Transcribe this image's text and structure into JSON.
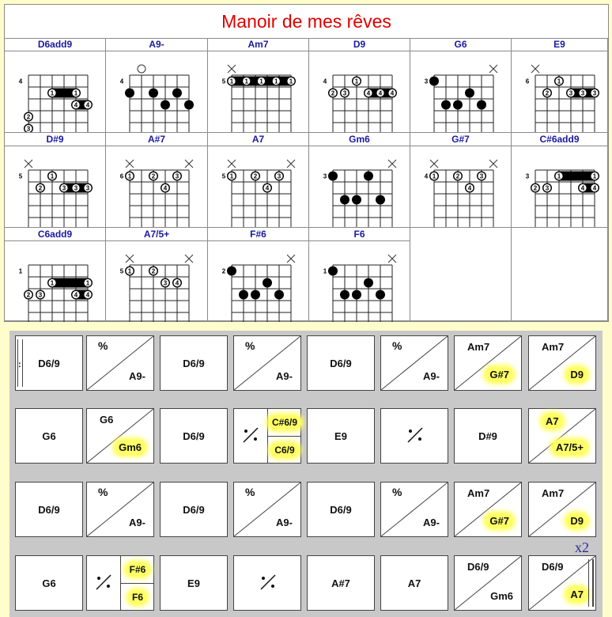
{
  "title": "Manoir de mes rêves",
  "chords": [
    {
      "name": "D6add9",
      "fret": "4",
      "top": [
        "",
        "",
        "",
        "",
        "",
        ""
      ],
      "dots": [
        [
          3,
          1,
          "2"
        ],
        [
          4,
          1,
          "3"
        ]
      ],
      "single": [],
      "barres": [
        [
          1,
          3,
          5,
          "1",
          "1"
        ],
        [
          2,
          5,
          6,
          "4",
          "4"
        ]
      ]
    },
    {
      "name": "A9-",
      "fret": "4",
      "top": [
        "",
        "o",
        "",
        "",
        "",
        ""
      ],
      "dots": [
        [
          1,
          1,
          ""
        ],
        [
          1,
          3,
          ""
        ],
        [
          1,
          5,
          ""
        ],
        [
          2,
          4,
          ""
        ],
        [
          2,
          6,
          ""
        ]
      ],
      "single": [],
      "barres": []
    },
    {
      "name": "Am7",
      "fret": "5",
      "top": [
        "x",
        "",
        "",
        "",
        "",
        ""
      ],
      "dots": [],
      "single": [],
      "barres": [
        [
          0,
          1,
          6,
          "1",
          "1111"
        ]
      ]
    },
    {
      "name": "D9",
      "fret": "4",
      "top": [
        "",
        "",
        "",
        "",
        "",
        ""
      ],
      "dots": [
        [
          1,
          1,
          "2"
        ],
        [
          1,
          2,
          "3"
        ],
        [
          0,
          3,
          "1"
        ]
      ],
      "single": [],
      "barres": [
        [
          1,
          4,
          6,
          "4",
          "44"
        ]
      ]
    },
    {
      "name": "G6",
      "fret": "3",
      "top": [
        "",
        "",
        "",
        "",
        "",
        "x"
      ],
      "dots": [
        [
          0,
          1,
          ""
        ],
        [
          1,
          4,
          ""
        ],
        [
          2,
          2,
          ""
        ],
        [
          2,
          3,
          ""
        ],
        [
          2,
          5,
          ""
        ]
      ],
      "single": [],
      "barres": []
    },
    {
      "name": "E9",
      "fret": "6",
      "top": [
        "x",
        "",
        "",
        "",
        "",
        ""
      ],
      "dots": [
        [
          0,
          3,
          "1"
        ],
        [
          1,
          2,
          "2"
        ]
      ],
      "single": [],
      "barres": [
        [
          1,
          4,
          6,
          "3",
          "33"
        ]
      ]
    },
    {
      "name": "D#9",
      "fret": "5",
      "top": [
        "x",
        "",
        "",
        "",
        "",
        ""
      ],
      "dots": [
        [
          0,
          3,
          "1"
        ],
        [
          1,
          2,
          "2"
        ]
      ],
      "single": [],
      "barres": [
        [
          1,
          4,
          6,
          "3",
          "33"
        ]
      ]
    },
    {
      "name": "A#7",
      "fret": "6",
      "top": [
        "x",
        "",
        "",
        "",
        "",
        "x"
      ],
      "dots": [
        [
          0,
          1,
          "1"
        ],
        [
          0,
          3,
          "2"
        ],
        [
          0,
          5,
          "3"
        ],
        [
          1,
          4,
          "4"
        ]
      ],
      "single": [],
      "barres": []
    },
    {
      "name": "A7",
      "fret": "5",
      "top": [
        "x",
        "",
        "",
        "",
        "",
        "x"
      ],
      "dots": [
        [
          0,
          1,
          "1"
        ],
        [
          0,
          3,
          "2"
        ],
        [
          0,
          5,
          "3"
        ],
        [
          1,
          4,
          "4"
        ]
      ],
      "single": [],
      "barres": []
    },
    {
      "name": "Gm6",
      "fret": "3",
      "top": [
        "",
        "",
        "",
        "",
        "",
        "x"
      ],
      "dots": [
        [
          0,
          1,
          ""
        ],
        [
          0,
          4,
          ""
        ],
        [
          2,
          2,
          ""
        ],
        [
          2,
          3,
          ""
        ],
        [
          2,
          5,
          ""
        ]
      ],
      "single": [],
      "barres": []
    },
    {
      "name": "G#7",
      "fret": "4",
      "top": [
        "x",
        "",
        "",
        "",
        "",
        "x"
      ],
      "dots": [
        [
          0,
          1,
          "1"
        ],
        [
          0,
          3,
          "2"
        ],
        [
          0,
          5,
          "3"
        ],
        [
          1,
          4,
          "4"
        ]
      ],
      "single": [],
      "barres": []
    },
    {
      "name": "C#6add9",
      "fret": "3",
      "top": [
        "",
        "",
        "",
        "",
        "",
        ""
      ],
      "dots": [
        [
          1,
          1,
          "2"
        ],
        [
          1,
          2,
          "3"
        ]
      ],
      "single": [],
      "barres": [
        [
          0,
          3,
          6,
          "1",
          "1"
        ],
        [
          1,
          5,
          6,
          "4",
          "4"
        ]
      ]
    },
    {
      "name": "C6add9",
      "fret": "1",
      "top": [
        "",
        "",
        "",
        "",
        "",
        ""
      ],
      "dots": [
        [
          2,
          1,
          "2"
        ],
        [
          2,
          2,
          "3"
        ]
      ],
      "single": [],
      "barres": [
        [
          1,
          3,
          6,
          "1",
          "1"
        ],
        [
          2,
          5,
          6,
          "4",
          "4"
        ]
      ]
    },
    {
      "name": "A7/5+",
      "fret": "5",
      "top": [
        "x",
        "",
        "",
        "",
        "",
        "x"
      ],
      "dots": [
        [
          0,
          1,
          "1"
        ],
        [
          0,
          3,
          "2"
        ],
        [
          1,
          4,
          "3"
        ],
        [
          1,
          5,
          "4"
        ]
      ],
      "single": [],
      "barres": []
    },
    {
      "name": "F#6",
      "fret": "2",
      "top": [
        "",
        "",
        "",
        "",
        "",
        "x"
      ],
      "dots": [
        [
          0,
          1,
          ""
        ],
        [
          1,
          4,
          ""
        ],
        [
          2,
          2,
          ""
        ],
        [
          2,
          3,
          ""
        ],
        [
          2,
          5,
          ""
        ]
      ],
      "single": [],
      "barres": []
    },
    {
      "name": "F6",
      "fret": "1",
      "top": [
        "",
        "",
        "",
        "",
        "",
        "x"
      ],
      "dots": [
        [
          0,
          1,
          ""
        ],
        [
          1,
          4,
          ""
        ],
        [
          2,
          2,
          ""
        ],
        [
          2,
          3,
          ""
        ],
        [
          2,
          5,
          ""
        ]
      ],
      "single": [],
      "barres": []
    }
  ],
  "grid": {
    "repeat_label": "x2",
    "rows": [
      [
        {
          "type": "single",
          "text": "D6/9",
          "start": true
        },
        {
          "type": "diag",
          "tl": "%",
          "br": "A9-",
          "hl": false
        },
        {
          "type": "single",
          "text": "D6/9"
        },
        {
          "type": "diag",
          "tl": "%",
          "br": "A9-",
          "hl": false
        },
        {
          "type": "single",
          "text": "D6/9"
        },
        {
          "type": "diag",
          "tl": "%",
          "br": "A9-",
          "hl": false
        },
        {
          "type": "diag",
          "tl": "Am7",
          "br": "G#7",
          "hl": true
        },
        {
          "type": "diag",
          "tl": "Am7",
          "br": "D9",
          "hl": true
        }
      ],
      [
        {
          "type": "single",
          "text": "G6"
        },
        {
          "type": "diag",
          "tl": "G6",
          "br": "Gm6",
          "hl": true
        },
        {
          "type": "single",
          "text": "D6/9"
        },
        {
          "type": "split",
          "top": "C#6/9",
          "bottom": "C6/9"
        },
        {
          "type": "single",
          "text": "E9"
        },
        {
          "type": "repeat"
        },
        {
          "type": "single",
          "text": "D#9"
        },
        {
          "type": "diag",
          "tl": "A7",
          "br": "A7/5+",
          "hl": true,
          "hltl": true
        }
      ],
      [
        {
          "type": "single",
          "text": "D6/9"
        },
        {
          "type": "diag",
          "tl": "%",
          "br": "A9-",
          "hl": false
        },
        {
          "type": "single",
          "text": "D6/9"
        },
        {
          "type": "diag",
          "tl": "%",
          "br": "A9-",
          "hl": false
        },
        {
          "type": "single",
          "text": "D6/9"
        },
        {
          "type": "diag",
          "tl": "%",
          "br": "A9-",
          "hl": false
        },
        {
          "type": "diag",
          "tl": "Am7",
          "br": "G#7",
          "hl": true
        },
        {
          "type": "diag",
          "tl": "Am7",
          "br": "D9",
          "hl": true
        }
      ],
      [
        {
          "type": "single",
          "text": "G6"
        },
        {
          "type": "split",
          "top": "F#6",
          "bottom": "F6"
        },
        {
          "type": "single",
          "text": "E9"
        },
        {
          "type": "repeat"
        },
        {
          "type": "single",
          "text": "A#7"
        },
        {
          "type": "single",
          "text": "A7"
        },
        {
          "type": "diag",
          "tl": "D6/9",
          "br": "Gm6",
          "hl": false
        },
        {
          "type": "diag",
          "tl": "D6/9",
          "br": "A7",
          "hl": true,
          "end": true
        }
      ]
    ]
  }
}
